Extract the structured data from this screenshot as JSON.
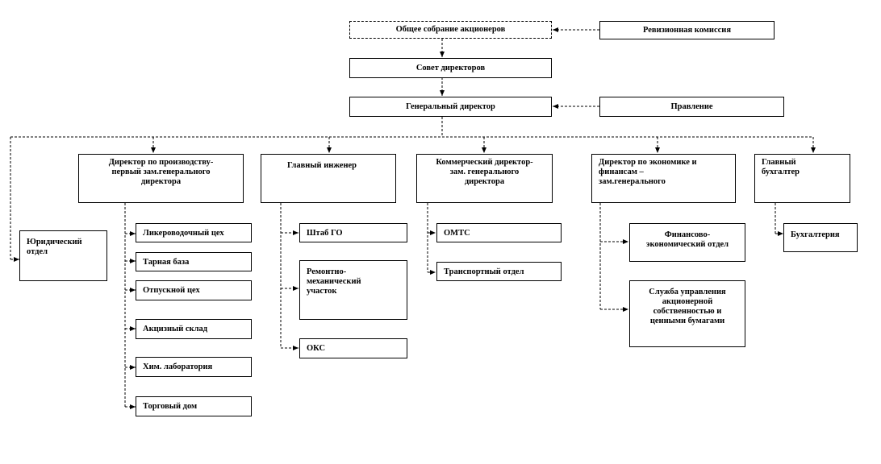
{
  "top": {
    "shareholders": "Общее собрание акционеров",
    "audit": "Ревизионная комиссия",
    "board": "Совет директоров",
    "general_director": "Генеральный директор",
    "management": "Правление"
  },
  "legal": "Юридический\nотдел",
  "production": {
    "title": "Директор по производству-\nпервый зам.генерального\nдиректора",
    "items": [
      "Ликероводочный цех",
      "Тарная база",
      "Отпускной цех",
      "Акцизный склад",
      "Хим. лаборатория",
      "Торговый дом"
    ]
  },
  "engineer": {
    "title": "Главный инженер",
    "items": [
      "Штаб ГО",
      "Ремонтно-\nмеханический\nучасток",
      "ОКС"
    ]
  },
  "commercial": {
    "title": "Коммерческий директор-\nзам. генерального\nдиректора",
    "items": [
      "ОМТС",
      "Транспортный отдел"
    ]
  },
  "economics": {
    "title": "Директор по экономике и\nфинансам –\nзам.генерального",
    "items": [
      "Финансово-\nэкономический отдел",
      "Служба управления\nакционерной\nсобственностью и\nценными бумагами"
    ]
  },
  "accountant": {
    "title": "Главный\nбухгалтер",
    "items": [
      "Бухгалтерия"
    ]
  }
}
